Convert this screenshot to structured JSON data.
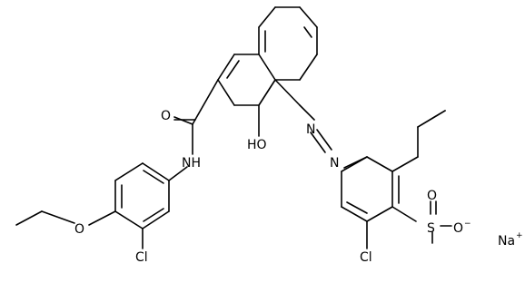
{
  "molecule": {
    "labels": {
      "carbonyl_o": "O",
      "nh": "NH",
      "ho": "HO",
      "azo_n1": "N",
      "azo_n2": "N",
      "cl_left": "Cl",
      "ether_o": "O",
      "cl_right": "Cl",
      "sulfur": "S",
      "so_o_top": "O",
      "so_o_bottom": "O",
      "minus": "−",
      "sodium": "Na",
      "plus": "+"
    }
  }
}
